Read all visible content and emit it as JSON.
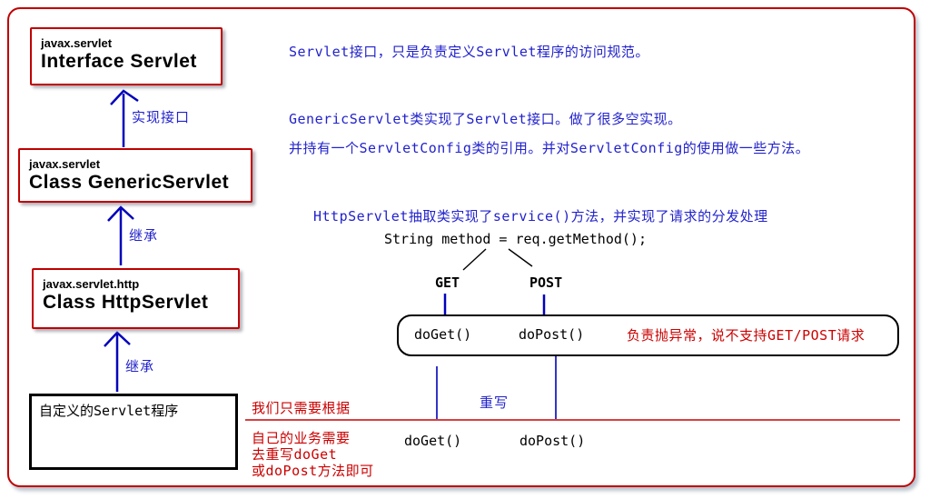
{
  "boxes": [
    {
      "package": "javax.servlet",
      "name": "Interface Servlet"
    },
    {
      "package": "javax.servlet",
      "name": "Class GenericServlet"
    },
    {
      "package": "javax.servlet.http",
      "name": "Class HttpServlet"
    }
  ],
  "custom_box_label": "自定义的Servlet程序",
  "arrow_labels": {
    "implement": "实现接口",
    "inherit_generic": "继承",
    "inherit_http": "继承"
  },
  "blue_notes": {
    "servlet_note": "Servlet接口，只是负责定义Servlet程序的访问规范。",
    "generic_note_1": "GenericServlet类实现了Servlet接口。做了很多空实现。",
    "generic_note_2": "并持有一个ServletConfig类的引用。并对ServletConfig的使用做一些方法。",
    "http_note": "HttpServlet抽取类实现了service()方法，并实现了请求的分发处理"
  },
  "code_line": "String method = req.getMethod();",
  "branches": {
    "get": "GET",
    "post": "POST"
  },
  "method_box": {
    "doGet": "doGet()",
    "doPost": "doPost()",
    "exception_note": "负责抛异常，说不支持GET/POST请求"
  },
  "override_label": "重写",
  "overridden": {
    "doGet": "doGet()",
    "doPost": "doPost()"
  },
  "red_notes": {
    "line1": "我们只需要根据",
    "line2": "自己的业务需要",
    "line3": "去重写doGet",
    "line4": "或doPost方法即可"
  },
  "colors": {
    "blue_text": "#2222cc",
    "blue_line": "#0000bb",
    "red_text": "#cc0000",
    "red_border": "#c00000",
    "black": "#000000"
  }
}
